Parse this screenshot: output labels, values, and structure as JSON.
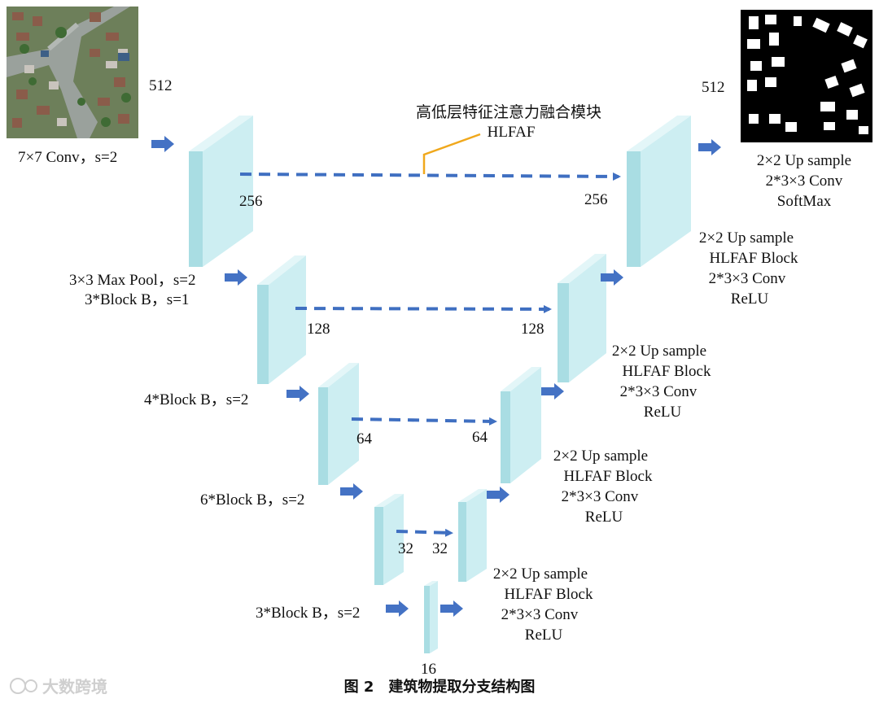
{
  "module_label": {
    "line1": "高低层特征注意力融合模块",
    "line2": "HLFAF"
  },
  "input_size": "512",
  "output_size": "512",
  "encoder_labels": [
    [
      "7×7 Conv，s=2"
    ],
    [
      "3×3 Max Pool，s=2",
      "3*Block B，s=1"
    ],
    [
      "4*Block B，s=2"
    ],
    [
      "6*Block B，s=2"
    ],
    [
      "3*Block B，s=2"
    ]
  ],
  "decoder_labels": [
    [
      "2×2 Up sample",
      "2*3×3 Conv",
      "SoftMax"
    ],
    [
      "2×2 Up sample",
      "HLFAF Block",
      "2*3×3 Conv",
      "ReLU"
    ],
    [
      "2×2 Up sample",
      "HLFAF Block",
      "2*3×3 Conv",
      "ReLU"
    ],
    [
      "2×2 Up sample",
      "HLFAF Block",
      "2*3×3 Conv",
      "ReLU"
    ],
    [
      "2×2 Up sample",
      "HLFAF Block",
      "2*3×3 Conv",
      "ReLU"
    ]
  ],
  "skip_sizes": [
    {
      "left": "256",
      "right": "256"
    },
    {
      "left": "128",
      "right": "128"
    },
    {
      "left": "64",
      "right": "64"
    },
    {
      "left": "32",
      "right": "32"
    }
  ],
  "bottom_size": "16",
  "caption": "图 2　建筑物提取分支结构图",
  "watermark": "大数跨境",
  "colors": {
    "block_front": "#a9dde3",
    "block_side": "#cdeef2",
    "block_top": "#e3f6f8",
    "arrow": "#4472c4",
    "leader": "#f0a81c"
  }
}
